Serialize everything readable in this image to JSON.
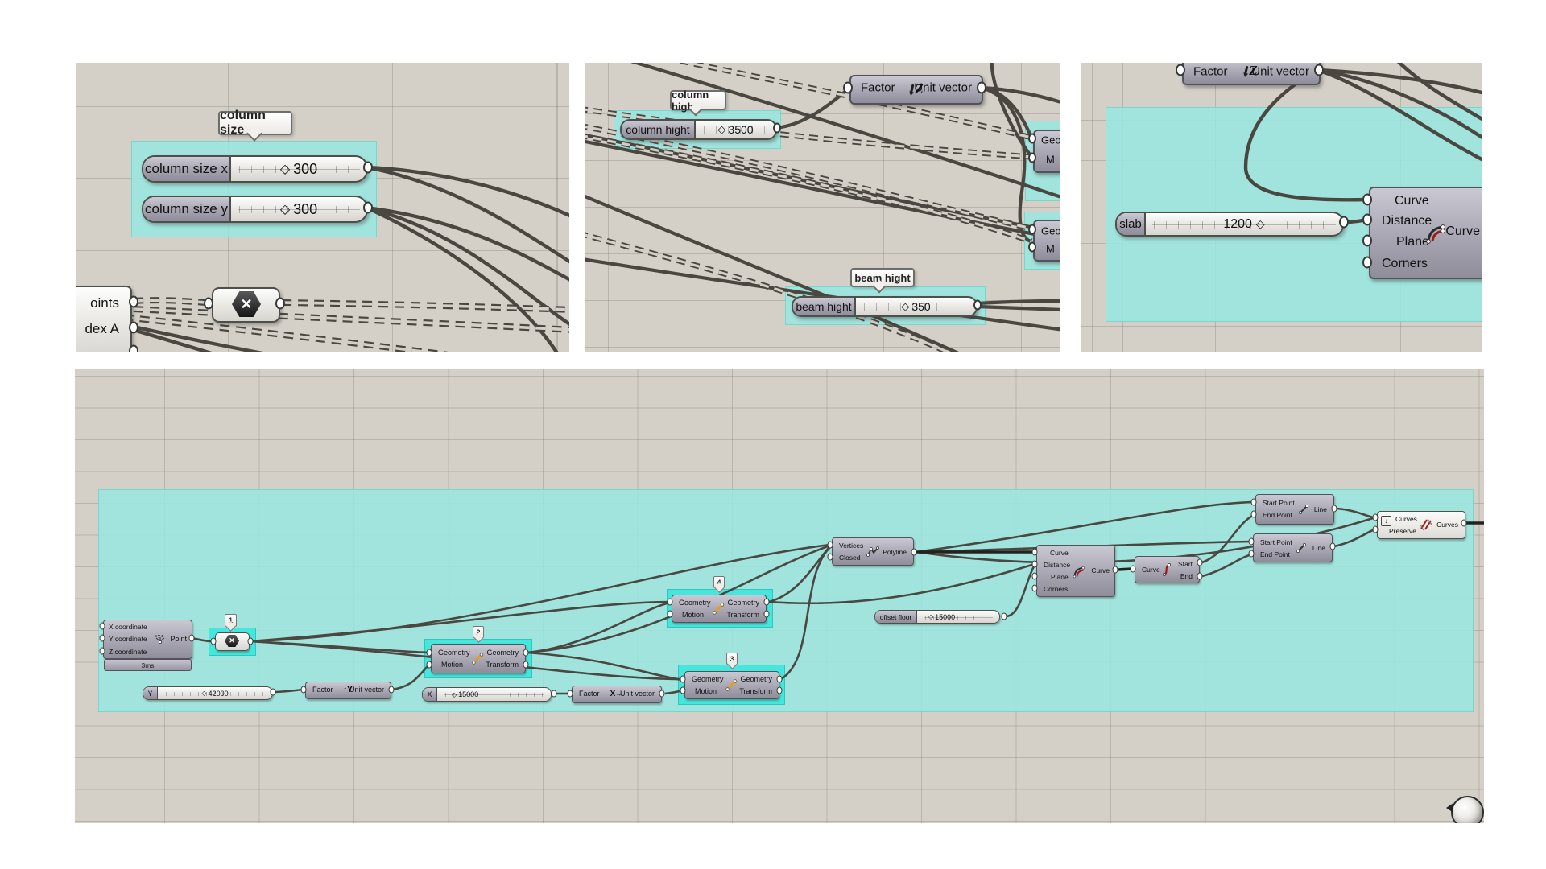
{
  "panel1": {
    "tooltip": "column size",
    "sliders": [
      {
        "label": "column size x",
        "value": "300"
      },
      {
        "label": "column size y",
        "value": "300"
      }
    ],
    "partial_ports": [
      "oints",
      "dex A"
    ],
    "multiply": "✕"
  },
  "panel2": {
    "tooltip_top": "column hight",
    "slider_top": {
      "label": "column hight",
      "value": "3500"
    },
    "factor": {
      "in": "Factor",
      "icon": "Z",
      "out": "Unit vector"
    },
    "geo_partial": {
      "row1": "Geo",
      "row2": "M"
    },
    "tooltip_bottom": "beam hight",
    "slider_bottom": {
      "label": "beam hight",
      "value": "350"
    }
  },
  "panel3": {
    "factor": {
      "in": "Factor",
      "icon": "Z",
      "out": "Unit vector"
    },
    "slider": {
      "label": "slab",
      "value": "1200"
    },
    "offset_comp": {
      "inputs": [
        "Curve",
        "Distance",
        "Plane",
        "Corners"
      ],
      "output": "Curve"
    }
  },
  "panel4": {
    "point": {
      "inputs": [
        "X coordinate",
        "Y coordinate",
        "Z coordinate"
      ],
      "output": "Point",
      "profiler": "3ms"
    },
    "tags": [
      "1",
      "2",
      "3",
      "4"
    ],
    "multiply": "✕",
    "slider_y": {
      "label": "Y",
      "value": "42000"
    },
    "slider_x": {
      "label": "X",
      "value": "15000"
    },
    "slider_offset": {
      "label": "offset floor",
      "value": "15000"
    },
    "factor_y": {
      "in": "Factor",
      "icon": "Y",
      "out": "Unit vector"
    },
    "factor_x": {
      "in": "Factor",
      "icon": "X",
      "out": "Unit vector"
    },
    "move": {
      "in1": "Geometry",
      "in2": "Motion",
      "out1": "Geometry",
      "out2": "Transform"
    },
    "polyline": {
      "in1": "Vertices",
      "in2": "Closed",
      "out": "Polyline"
    },
    "offset_comp": {
      "inputs": [
        "Curve",
        "Distance",
        "Plane",
        "Corners"
      ],
      "output": "Curve"
    },
    "endpoints": {
      "in": "Curve",
      "out1": "Start",
      "out2": "End"
    },
    "line": {
      "in1": "Start Point",
      "in2": "End Point",
      "out": "Line"
    },
    "join": {
      "in1": "Curves",
      "in2": "Preserve",
      "out": "Curves"
    }
  }
}
